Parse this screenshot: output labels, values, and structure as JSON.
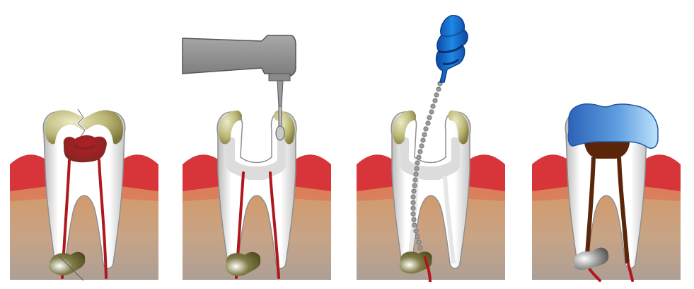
{
  "figure": {
    "stages": [
      {
        "id": "infected-tooth",
        "icon": "cracked-tooth-with-decay"
      },
      {
        "id": "drilling",
        "icon": "dental-drill"
      },
      {
        "id": "root-canal-file",
        "icon": "endodontic-file"
      },
      {
        "id": "crowned-tooth",
        "icon": "dental-crown"
      }
    ],
    "colors": {
      "background": "#ffffff",
      "gum": "#d9343a",
      "bone_top": "#d79a6c",
      "bone_bottom": "#b19e90",
      "tooth": "#ffffff",
      "tooth_shadow": "#c8c8c8",
      "enamel": "#8d8740",
      "enamel_light": "#e4e2b8",
      "nerve": "#b0171c",
      "decay": "#8b1e1e",
      "filling": "#5a2508",
      "abscess": "#5c5a28",
      "drill": "#8a8a8a",
      "file_handle": "#1565c0",
      "crown": "#3a73c4",
      "crown_light": "#a9d4f5"
    }
  }
}
